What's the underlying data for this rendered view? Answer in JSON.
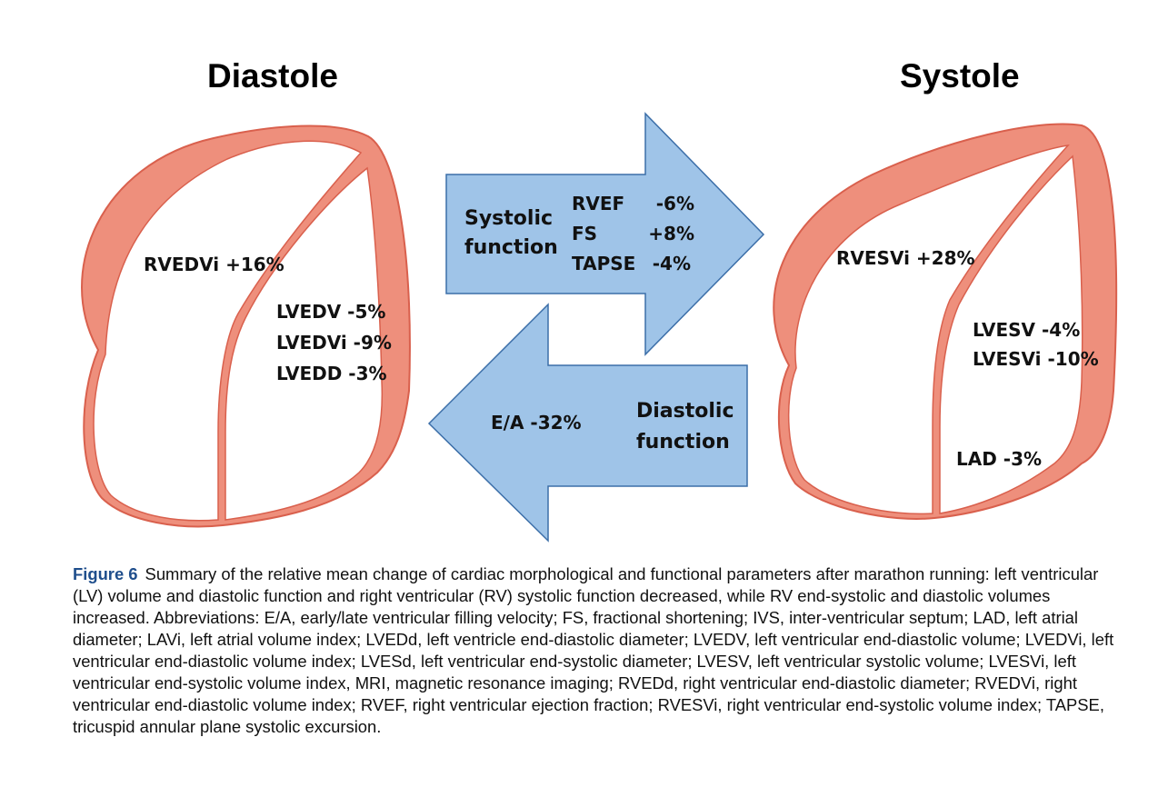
{
  "titles": {
    "diastole": "Diastole",
    "systole": "Systole"
  },
  "diastole_labels": {
    "rvedvi": "RVEDVi +16%",
    "lvedv": "LVEDV  -5%",
    "lvedvi": "LVEDVi -9%",
    "lvedd": "LVEDD  -3%"
  },
  "systole_labels": {
    "rvesvi": "RVESVi  +28%",
    "lvesv": "LVESV  -4%",
    "lvesvi": "LVESVi -10%",
    "lad": "LAD  -3%"
  },
  "systolic_arrow": {
    "title_line1": "Systolic",
    "title_line2": "function",
    "params": [
      {
        "name": "RVEF",
        "value": "-6%"
      },
      {
        "name": "FS",
        "value": "+8%"
      },
      {
        "name": "TAPSE",
        "value": "-4%"
      }
    ]
  },
  "diastolic_arrow": {
    "param": "E/A  -32%",
    "title_line1": "Diastolic",
    "title_line2": "function"
  },
  "colors": {
    "myocardium": "#ee8f7c",
    "myocardium_edge": "#d9604d",
    "arrow_fill": "#9fc4e8",
    "arrow_edge": "#3b6ea8",
    "caption_label": "#1f4e8c"
  },
  "caption": {
    "label": "Figure 6",
    "text": "Summary of the relative mean change of cardiac morphological and functional parameters after marathon running: left ventricular (LV) volume and diastolic function and right ventricular (RV) systolic function decreased, while RV end-systolic and diastolic volumes increased. Abbreviations: E/A, early/late ventricular filling velocity; FS, fractional shortening; IVS, inter-ventricular septum; LAD, left atrial diameter; LAVi, left atrial volume index; LVEDd, left ventricle end-diastolic diameter; LVEDV, left ventricular end-diastolic volume; LVEDVi, left ventricular end-diastolic volume index; LVESd, left ventricular end-systolic diameter; LVESV, left ventricular systolic volume; LVESVi, left ventricular end-systolic volume index, MRI, magnetic resonance imaging; RVEDd, right ventricular end-diastolic diameter; RVEDVi, right ventricular end-diastolic volume index; RVEF, right ventricular ejection fraction; RVESVi, right ventricular end-systolic volume index; TAPSE, tricuspid annular plane systolic excursion."
  }
}
